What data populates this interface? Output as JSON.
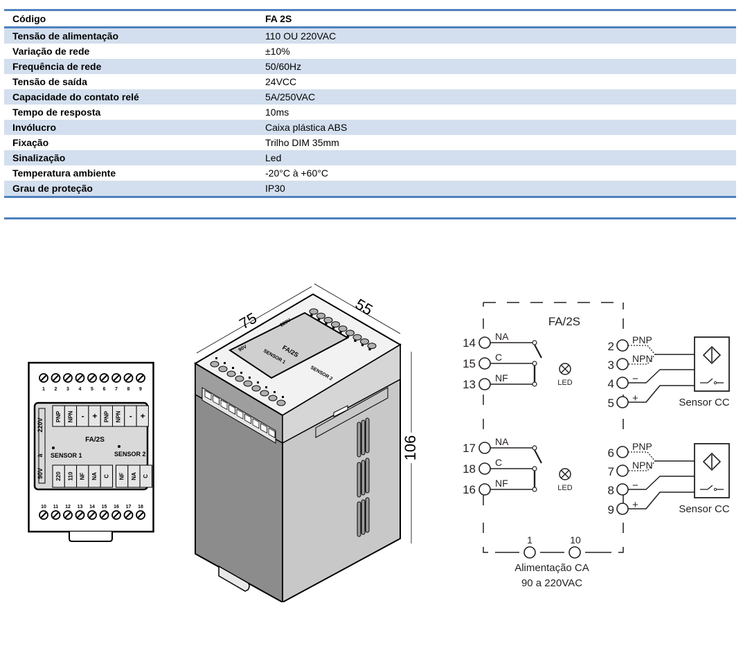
{
  "spec_table": {
    "header": {
      "label": "Código",
      "value": "FA 2S"
    },
    "rows": [
      {
        "label": "Tensão de alimentação",
        "value": "110 OU 220VAC"
      },
      {
        "label": "Variação de rede",
        "value": "±10%"
      },
      {
        "label": "Frequência de rede",
        "value": "50/60Hz"
      },
      {
        "label": "Tensão de saída",
        "value": "24VCC"
      },
      {
        "label": "Capacidade do contato relé",
        "value": "5A/250VAC"
      },
      {
        "label": "Tempo de resposta",
        "value": "10ms"
      },
      {
        "label": "Invólucro",
        "value": "Caixa plástica ABS"
      },
      {
        "label": "Fixação",
        "value": "Trilho DIM 35mm"
      },
      {
        "label": "Sinalização",
        "value": "Led"
      },
      {
        "label": "Temperatura ambiente",
        "value": "-20°C  à +60°C"
      },
      {
        "label": "Grau de proteção",
        "value": "IP30"
      }
    ],
    "colors": {
      "rule": "#4f81bd",
      "alt_row": "#d3dfee"
    }
  },
  "front_view": {
    "top_terminals": [
      "1",
      "2",
      "3",
      "4",
      "5",
      "6",
      "7",
      "8",
      "9"
    ],
    "bottom_terminals": [
      "10",
      "11",
      "12",
      "13",
      "14",
      "15",
      "16",
      "17",
      "18"
    ],
    "top_labels": [
      "PNP",
      "NPN",
      "-",
      "+",
      "PNP",
      "NPN",
      "-",
      "+"
    ],
    "bottom_labels": [
      "220",
      "110",
      "NF",
      "NA",
      "C",
      "NF",
      "NA",
      "C"
    ],
    "side_label_top": "220V",
    "side_label_mid": "à",
    "side_label_bottom": "90V",
    "model": "FA/2S",
    "sensor1": "SENSOR 1",
    "sensor2": "SENSOR 2"
  },
  "iso_view": {
    "dim_width": "75",
    "dim_depth": "55",
    "dim_height": "106",
    "model": "FA/2S",
    "sensor1": "SENSOR 1",
    "sensor2": "SENSOR 2",
    "label_220": "220V",
    "label_90": "90V"
  },
  "wiring": {
    "title": "FA/2S",
    "relay1": {
      "terminals": [
        {
          "num": "14",
          "label": "NA"
        },
        {
          "num": "15",
          "label": "C"
        },
        {
          "num": "13",
          "label": "NF"
        }
      ],
      "led": "LED"
    },
    "relay2": {
      "terminals": [
        {
          "num": "17",
          "label": "NA"
        },
        {
          "num": "18",
          "label": "C"
        },
        {
          "num": "16",
          "label": "NF"
        }
      ],
      "led": "LED"
    },
    "sensor1": {
      "terminals": [
        {
          "num": "2",
          "label": "PNP"
        },
        {
          "num": "3",
          "label": "NPN"
        },
        {
          "num": "4",
          "label": "−"
        },
        {
          "num": "5",
          "label": "+"
        }
      ],
      "name": "Sensor CC"
    },
    "sensor2": {
      "terminals": [
        {
          "num": "6",
          "label": "PNP"
        },
        {
          "num": "7",
          "label": "NPN"
        },
        {
          "num": "8",
          "label": "−"
        },
        {
          "num": "9",
          "label": "+"
        }
      ],
      "name": "Sensor CC"
    },
    "supply": {
      "t1": "1",
      "t2": "10",
      "line1": "Alimentação CA",
      "line2": "90 a 220VAC"
    }
  }
}
